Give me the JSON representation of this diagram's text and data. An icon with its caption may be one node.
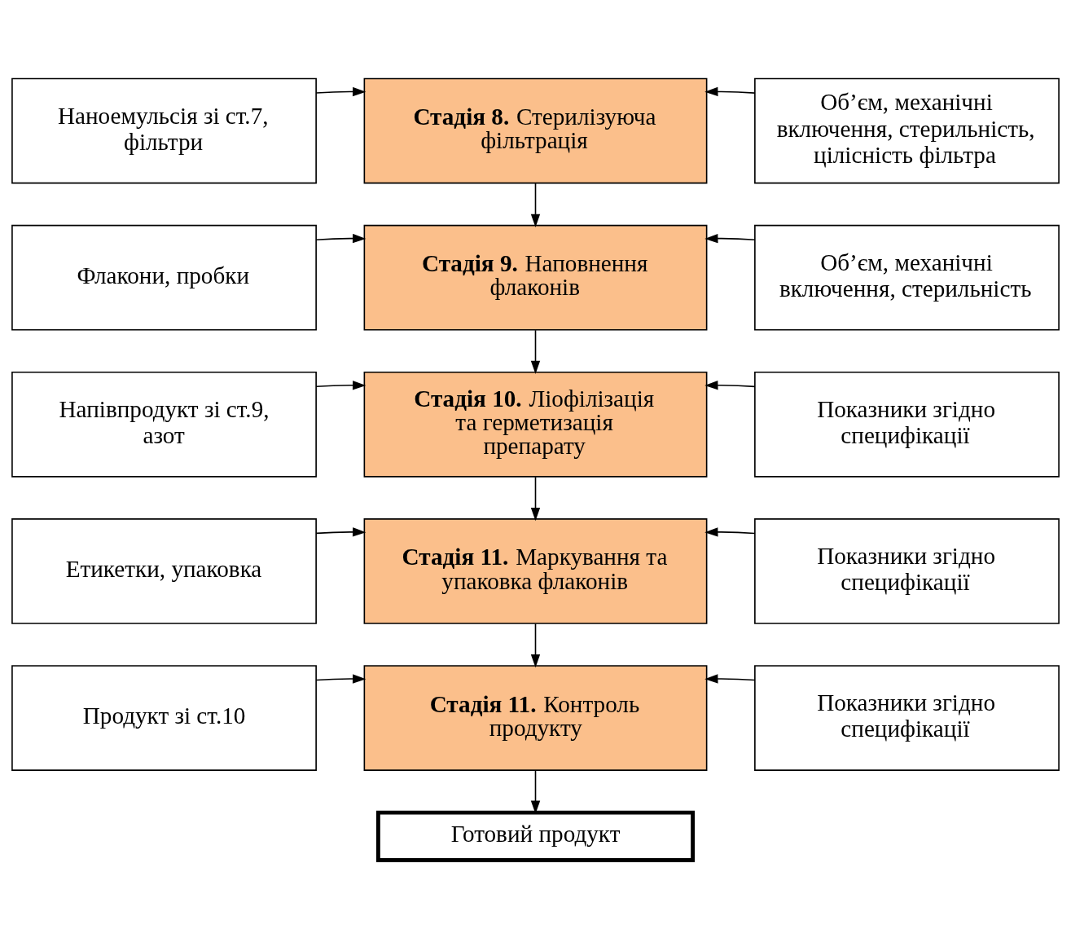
{
  "diagram": {
    "nodes": [
      {
        "text": [
          "Наноемульсія зі ст.7, фільтри"
        ]
      },
      {
        "text": [
          "Стадія 8.",
          "Стерилізуюча фільтрація"
        ]
      },
      {
        "text": [
          "Об’єм, механічні включення, стерильність, цілісність фільтра"
        ]
      },
      {
        "text": [
          "Флакони, пробки"
        ]
      },
      {
        "text": [
          "Стадія 9.",
          "Наповнення флаконів"
        ]
      },
      {
        "text": [
          "Об’єм, механічні включення, стерильність"
        ]
      },
      {
        "text": [
          "Напівпродукт зі ст.9, азот"
        ]
      },
      {
        "text": [
          "Стадія 10.",
          "Ліофілізація та герметизація препарату"
        ]
      },
      {
        "text": [
          "Показники згідно специфікації"
        ]
      },
      {
        "text": [
          "Етикетки, упаковка"
        ]
      },
      {
        "text": [
          "Стадія 11.",
          "Маркування та упаковка флаконів"
        ]
      },
      {
        "text": [
          "Показники згідно специфікації"
        ]
      },
      {
        "text": [
          "Продукт зі ст.10"
        ]
      },
      {
        "text": [
          "Стадія 11.",
          "Контроль продукту"
        ]
      },
      {
        "text": [
          "Показники згідно специфікації"
        ]
      },
      {
        "text": [
          "Готовий продукт"
        ]
      }
    ],
    "edges": [
      {
        "from": 0,
        "to": 1,
        "arrow": "to"
      },
      {
        "from": 2,
        "to": 1,
        "arrow": "to"
      },
      {
        "from": 1,
        "to": 4,
        "arrow": "to"
      },
      {
        "from": 3,
        "to": 4,
        "arrow": "to"
      },
      {
        "from": 5,
        "to": 4,
        "arrow": "to"
      },
      {
        "from": 4,
        "to": 7,
        "arrow": "to"
      },
      {
        "from": 6,
        "to": 7,
        "arrow": "to"
      },
      {
        "from": 8,
        "to": 7,
        "arrow": "to"
      },
      {
        "from": 7,
        "to": 10,
        "arrow": "to"
      },
      {
        "from": 9,
        "to": 10,
        "arrow": "to"
      },
      {
        "from": 11,
        "to": 10,
        "arrow": "to"
      },
      {
        "from": 10,
        "to": 13,
        "arrow": "to"
      },
      {
        "from": 12,
        "to": 13,
        "arrow": "to"
      },
      {
        "from": 14,
        "to": 13,
        "arrow": "to"
      },
      {
        "from": 13,
        "to": 15,
        "arrow": "to"
      }
    ]
  }
}
